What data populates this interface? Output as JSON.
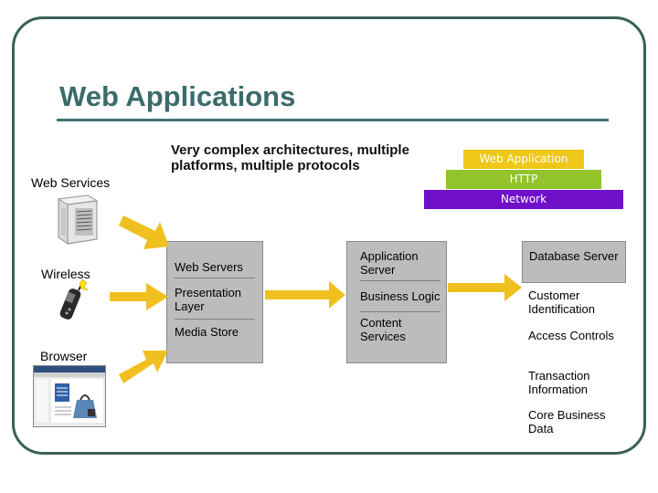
{
  "title": "Web Applications",
  "clients": {
    "web_services": "Web Services",
    "wireless": "Wireless",
    "browser": "Browser"
  },
  "description": "Very complex architectures, multiple platforms, multiple protocols",
  "stack": {
    "web_application": "Web Application",
    "http": "HTTP",
    "network": "Network"
  },
  "tiers": {
    "web": [
      "Web Servers",
      "Presentation Layer",
      "Media Store"
    ],
    "app": [
      "Application Server",
      "Business Logic",
      "Content Services"
    ],
    "db": [
      "Database Server",
      "Customer Identification",
      "Access Controls",
      "Transaction Information",
      "Core Business Data"
    ]
  },
  "colors": {
    "title": "#3b6b6b",
    "frame": "#3a5f5a",
    "arrow": "#f0c020",
    "web_application_band": "#eec71a",
    "http_band": "#92c32a",
    "network_band": "#7010c8",
    "tier_fill": "#bcbcbc"
  },
  "icons": [
    "server-icon",
    "mobile-phone-icon",
    "browser-window-icon"
  ]
}
